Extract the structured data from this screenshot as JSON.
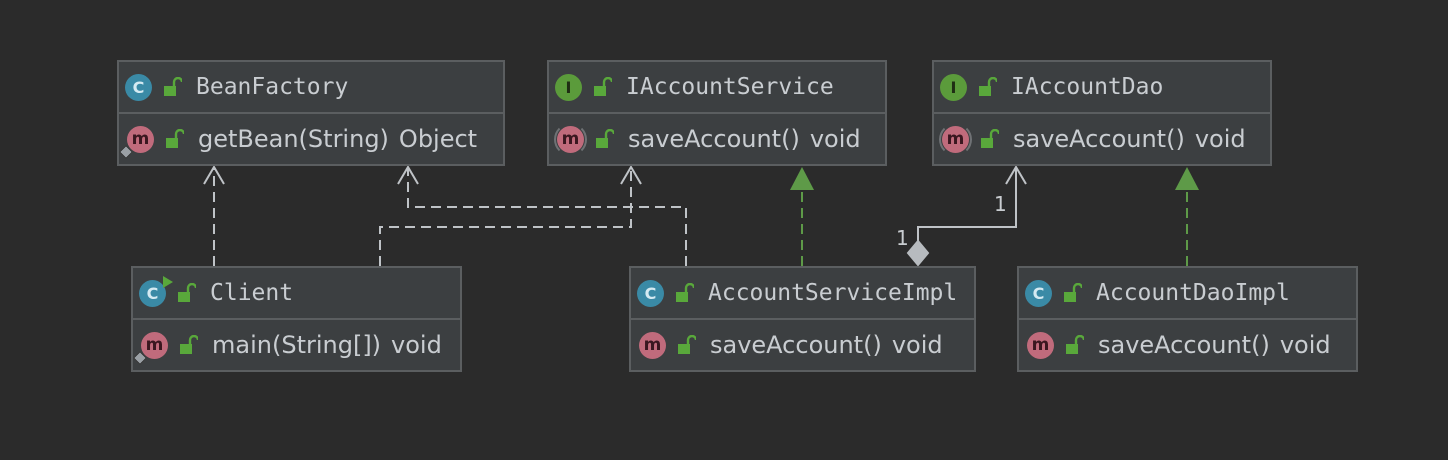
{
  "diagram": {
    "classes": [
      {
        "id": "beanfactory",
        "kind": "class",
        "kind_letter": "C",
        "name": "BeanFactory",
        "members": [
          {
            "name": "getBean(String)",
            "type": "Object",
            "static": true,
            "abstract": false
          }
        ]
      },
      {
        "id": "iaccountservice",
        "kind": "interface",
        "kind_letter": "I",
        "name": "IAccountService",
        "members": [
          {
            "name": "saveAccount()",
            "type": "void",
            "static": false,
            "abstract": true
          }
        ]
      },
      {
        "id": "iaccountdao",
        "kind": "interface",
        "kind_letter": "I",
        "name": "IAccountDao",
        "members": [
          {
            "name": "saveAccount()",
            "type": "void",
            "static": false,
            "abstract": true
          }
        ]
      },
      {
        "id": "client",
        "kind": "class",
        "kind_letter": "C",
        "runnable": true,
        "name": "Client",
        "members": [
          {
            "name": "main(String[])",
            "type": "void",
            "static": true,
            "abstract": false
          }
        ]
      },
      {
        "id": "accountserviceimpl",
        "kind": "class",
        "kind_letter": "C",
        "name": "AccountServiceImpl",
        "members": [
          {
            "name": "saveAccount()",
            "type": "void",
            "static": false,
            "abstract": false
          }
        ]
      },
      {
        "id": "accountdaoimpl",
        "kind": "class",
        "kind_letter": "C",
        "name": "AccountDaoImpl",
        "members": [
          {
            "name": "saveAccount()",
            "type": "void",
            "static": false,
            "abstract": false
          }
        ]
      }
    ],
    "member_icon_letter": "m",
    "relations": [
      {
        "from": "client",
        "to": "beanfactory",
        "type": "dependency"
      },
      {
        "from": "client",
        "to": "iaccountservice",
        "type": "dependency"
      },
      {
        "from": "accountserviceimpl",
        "to": "beanfactory",
        "type": "dependency"
      },
      {
        "from": "accountserviceimpl",
        "to": "iaccountservice",
        "type": "realization"
      },
      {
        "from": "accountserviceimpl",
        "to": "iaccountdao",
        "type": "aggregation",
        "source_multiplicity": "1",
        "target_multiplicity": "1"
      },
      {
        "from": "accountdaoimpl",
        "to": "iaccountdao",
        "type": "realization"
      }
    ],
    "colors": {
      "background": "#2b2b2b",
      "node_fill": "#3c3f41",
      "node_border": "#5b5e60",
      "dependency_line": "#bfc3c7",
      "realization_line": "#5e9a48",
      "class_icon": "#3a8aa6",
      "interface_icon": "#5b9b3b",
      "method_icon": "#c06b7c",
      "lock_icon": "#59a83b"
    }
  }
}
